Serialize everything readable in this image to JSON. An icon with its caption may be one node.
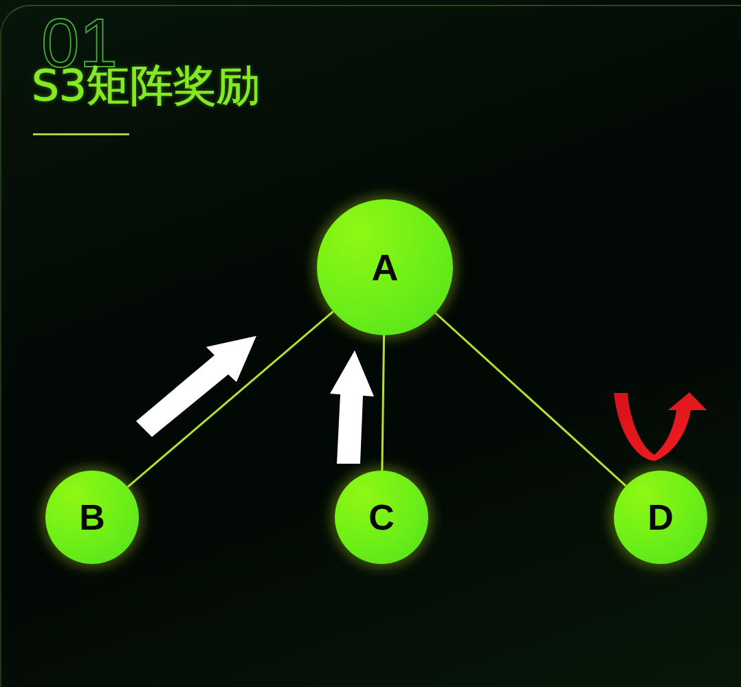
{
  "diagram": {
    "title": "S3矩阵奖励",
    "nodes": [
      {
        "text": [
          "A"
        ]
      },
      {
        "text": [
          "B"
        ]
      },
      {
        "text": [
          "C"
        ]
      },
      {
        "text": [
          "D"
        ]
      }
    ],
    "edges": [
      {
        "from": 0,
        "to": 1,
        "arrow": "none"
      },
      {
        "from": 0,
        "to": 2,
        "arrow": "none"
      },
      {
        "from": 0,
        "to": 3,
        "arrow": "none"
      }
    ],
    "labels": [
      "01"
    ]
  }
}
